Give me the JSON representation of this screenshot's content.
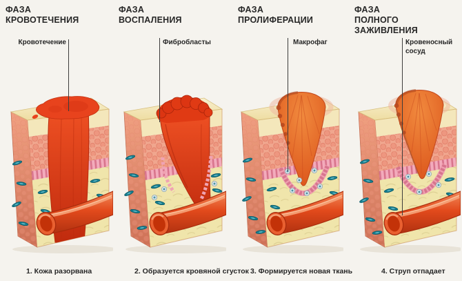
{
  "palette": {
    "background": "#f5f3ee",
    "text": "#272727",
    "leader_line": "#3c3c3c",
    "epidermis": "#f4e7bb",
    "dermis": "#f0a68e",
    "dermis_bubble": "#ee9780",
    "basal_cells": "#e8879c",
    "hypodermis": "#f0e5ab",
    "skin_side": "#ef9d7d",
    "skin_top": "#f1e2b0",
    "fibroblast": "#157d8e",
    "macrophage": "#dce6ea",
    "blood": "#e8431d",
    "vessel": "#e4491d",
    "scab": "#e9752c"
  },
  "panels": [
    {
      "header": "ФАЗА\nКРОВОТЕЧЕНИЯ",
      "callout": "Кровотечение",
      "caption": "1. Кожа разорвана"
    },
    {
      "header": "ФАЗА\nВОСПАЛЕНИЯ",
      "callout": "Фибробласты",
      "caption": "2. Образуется кровяной сгусток"
    },
    {
      "header": "ФАЗА\nПРОЛИФЕРАЦИИ",
      "callout": "Макрофаг",
      "caption": "3. Формируется новая ткань"
    },
    {
      "header": "ФАЗА\nПОЛНОГО ЗАЖИВЛЕНИЯ",
      "callout": "Кровеносный\nсосуд",
      "caption": "4. Струп отпадает"
    }
  ]
}
